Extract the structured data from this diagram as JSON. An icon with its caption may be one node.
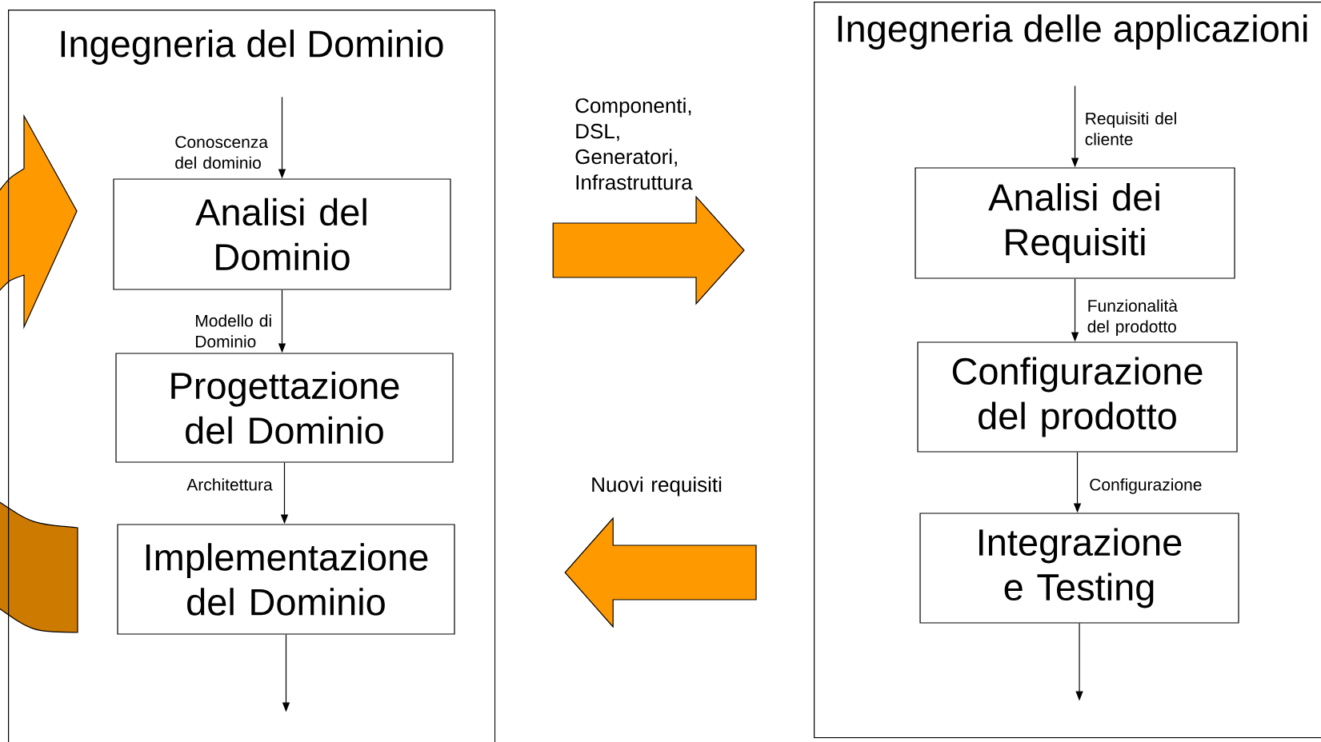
{
  "diagram": {
    "nodes": [
      {
        "text": [
          "Ingegneria del Dominio"
        ]
      },
      {
        "text": [
          "Analisi del Dominio"
        ],
        "in": 0
      },
      {
        "text": [
          "Progettazione del Dominio"
        ],
        "in": 0
      },
      {
        "text": [
          "Implementazione del Dominio"
        ],
        "in": 0
      },
      {
        "text": [
          "Ingegneria delle applicazioni"
        ]
      },
      {
        "text": [
          "Analisi dei Requisiti"
        ],
        "in": 4
      },
      {
        "text": [
          "Configurazione del prodotto"
        ],
        "in": 4
      },
      {
        "text": [
          "Integrazione e Testing"
        ],
        "in": 4
      }
    ],
    "edges": [
      {
        "from": null,
        "to": 1,
        "arrow": "to",
        "label": "Conoscenza del dominio"
      },
      {
        "from": 1,
        "to": 2,
        "arrow": "to",
        "label": "Modello di Dominio"
      },
      {
        "from": 2,
        "to": 3,
        "arrow": "to",
        "label": "Architettura"
      },
      {
        "from": 3,
        "to": null,
        "arrow": "to"
      },
      {
        "from": 0,
        "to": 4,
        "arrow": "to",
        "label": "Componenti, DSL, Generatori, Infrastruttura",
        "style": "thick",
        "color": "#ff9900"
      },
      {
        "from": 4,
        "to": 0,
        "arrow": "to",
        "label": "Nuovi requisiti",
        "style": "thick",
        "color": "#ff9900"
      },
      {
        "from": null,
        "to": 5,
        "arrow": "to",
        "label": "Requisiti del cliente"
      },
      {
        "from": 5,
        "to": 6,
        "arrow": "to",
        "label": "Funzionalità del prodotto"
      },
      {
        "from": 6,
        "to": 7,
        "arrow": "to",
        "label": "Configurazione"
      },
      {
        "from": 7,
        "to": null,
        "arrow": "to"
      }
    ]
  }
}
